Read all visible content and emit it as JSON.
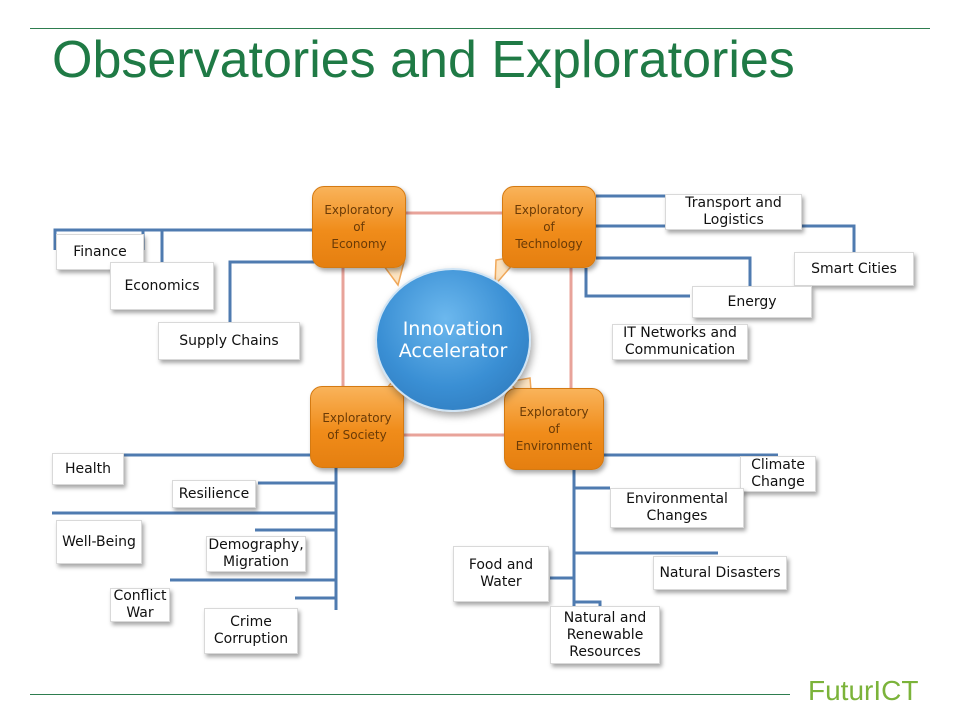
{
  "title": "Observatories and Exploratories",
  "center": "Innovation\nAccelerator",
  "exploratories": {
    "economy": "Exploratory\nof\nEconomy",
    "technology": "Exploratory\nof\nTechnology",
    "society": "Exploratory\nof Society",
    "environment": "Exploratory\nof\nEnvironment"
  },
  "economy_items": {
    "finance": "Finance",
    "economics": "Economics",
    "supply_chains": "Supply Chains"
  },
  "technology_items": {
    "transport": "Transport and\nLogistics",
    "smart_cities": "Smart Cities",
    "energy": "Energy",
    "it_networks": "IT Networks and\nCommunication"
  },
  "society_items": {
    "health": "Health",
    "resilience": "Resilience",
    "well_being": "Well-Being",
    "demography": "Demography,\nMigration",
    "conflict": "Conflict\nWar",
    "crime": "Crime\nCorruption"
  },
  "environment_items": {
    "climate": "Climate\nChange",
    "env_changes": "Environmental\nChanges",
    "food_water": "Food and\nWater",
    "natural_disasters": "Natural Disasters",
    "natural_resources": "Natural and\nRenewable\nResources"
  },
  "logo": "FuturICT",
  "colors": {
    "title": "#1f7a45",
    "connector": "#4f7bb0",
    "square": "#e8a39a",
    "orange": "#f08c1a",
    "center": "#3a8fd4"
  }
}
